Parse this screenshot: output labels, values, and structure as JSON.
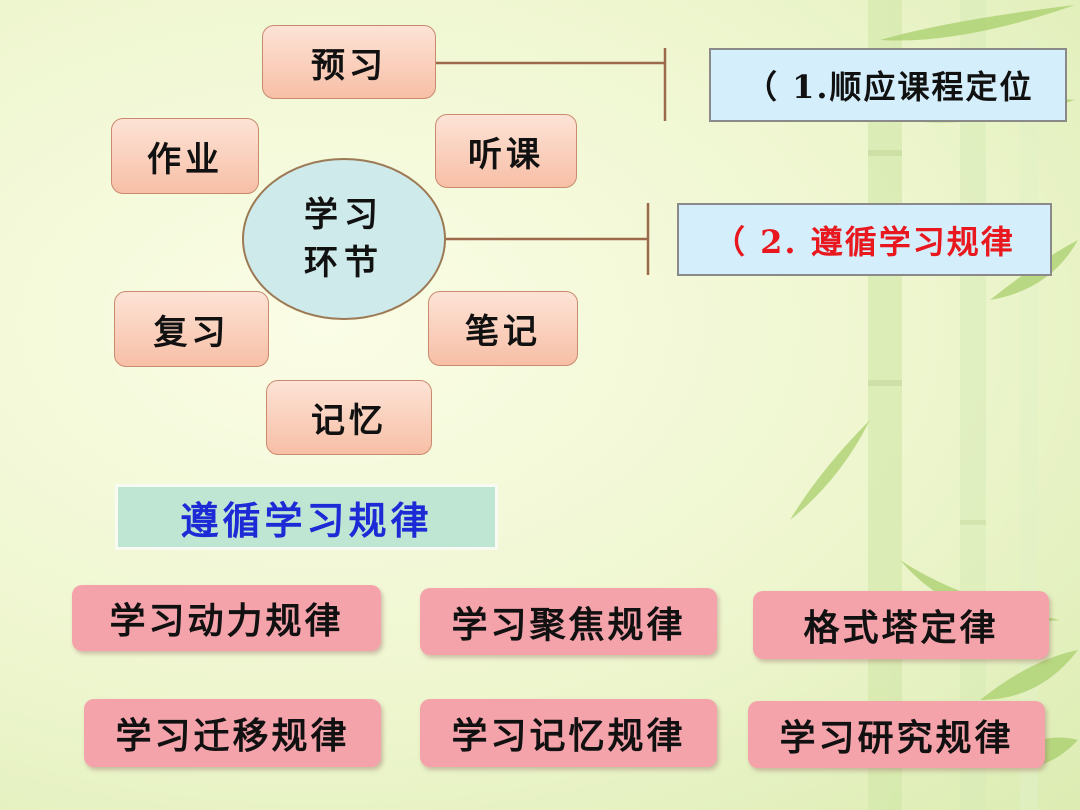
{
  "diagram": {
    "center": [
      "学习",
      "环节"
    ],
    "nodes": {
      "preview": "预习",
      "listen": "听课",
      "homework": "作业",
      "review": "复习",
      "notes": "笔记",
      "memory": "记忆"
    },
    "callout_1": "（ 1.顺应课程定位",
    "callout_2": "（ 2. 遵循学习规律",
    "callout_2_color": "#e8181e"
  },
  "laws": {
    "heading": "遵循学习规律",
    "heading_color": "#1d2bd6",
    "items": [
      "学习动力规律",
      "学习聚焦规律",
      "格式塔定律",
      "学习迁移规律",
      "学习记忆规律",
      "学习研究规律"
    ]
  }
}
